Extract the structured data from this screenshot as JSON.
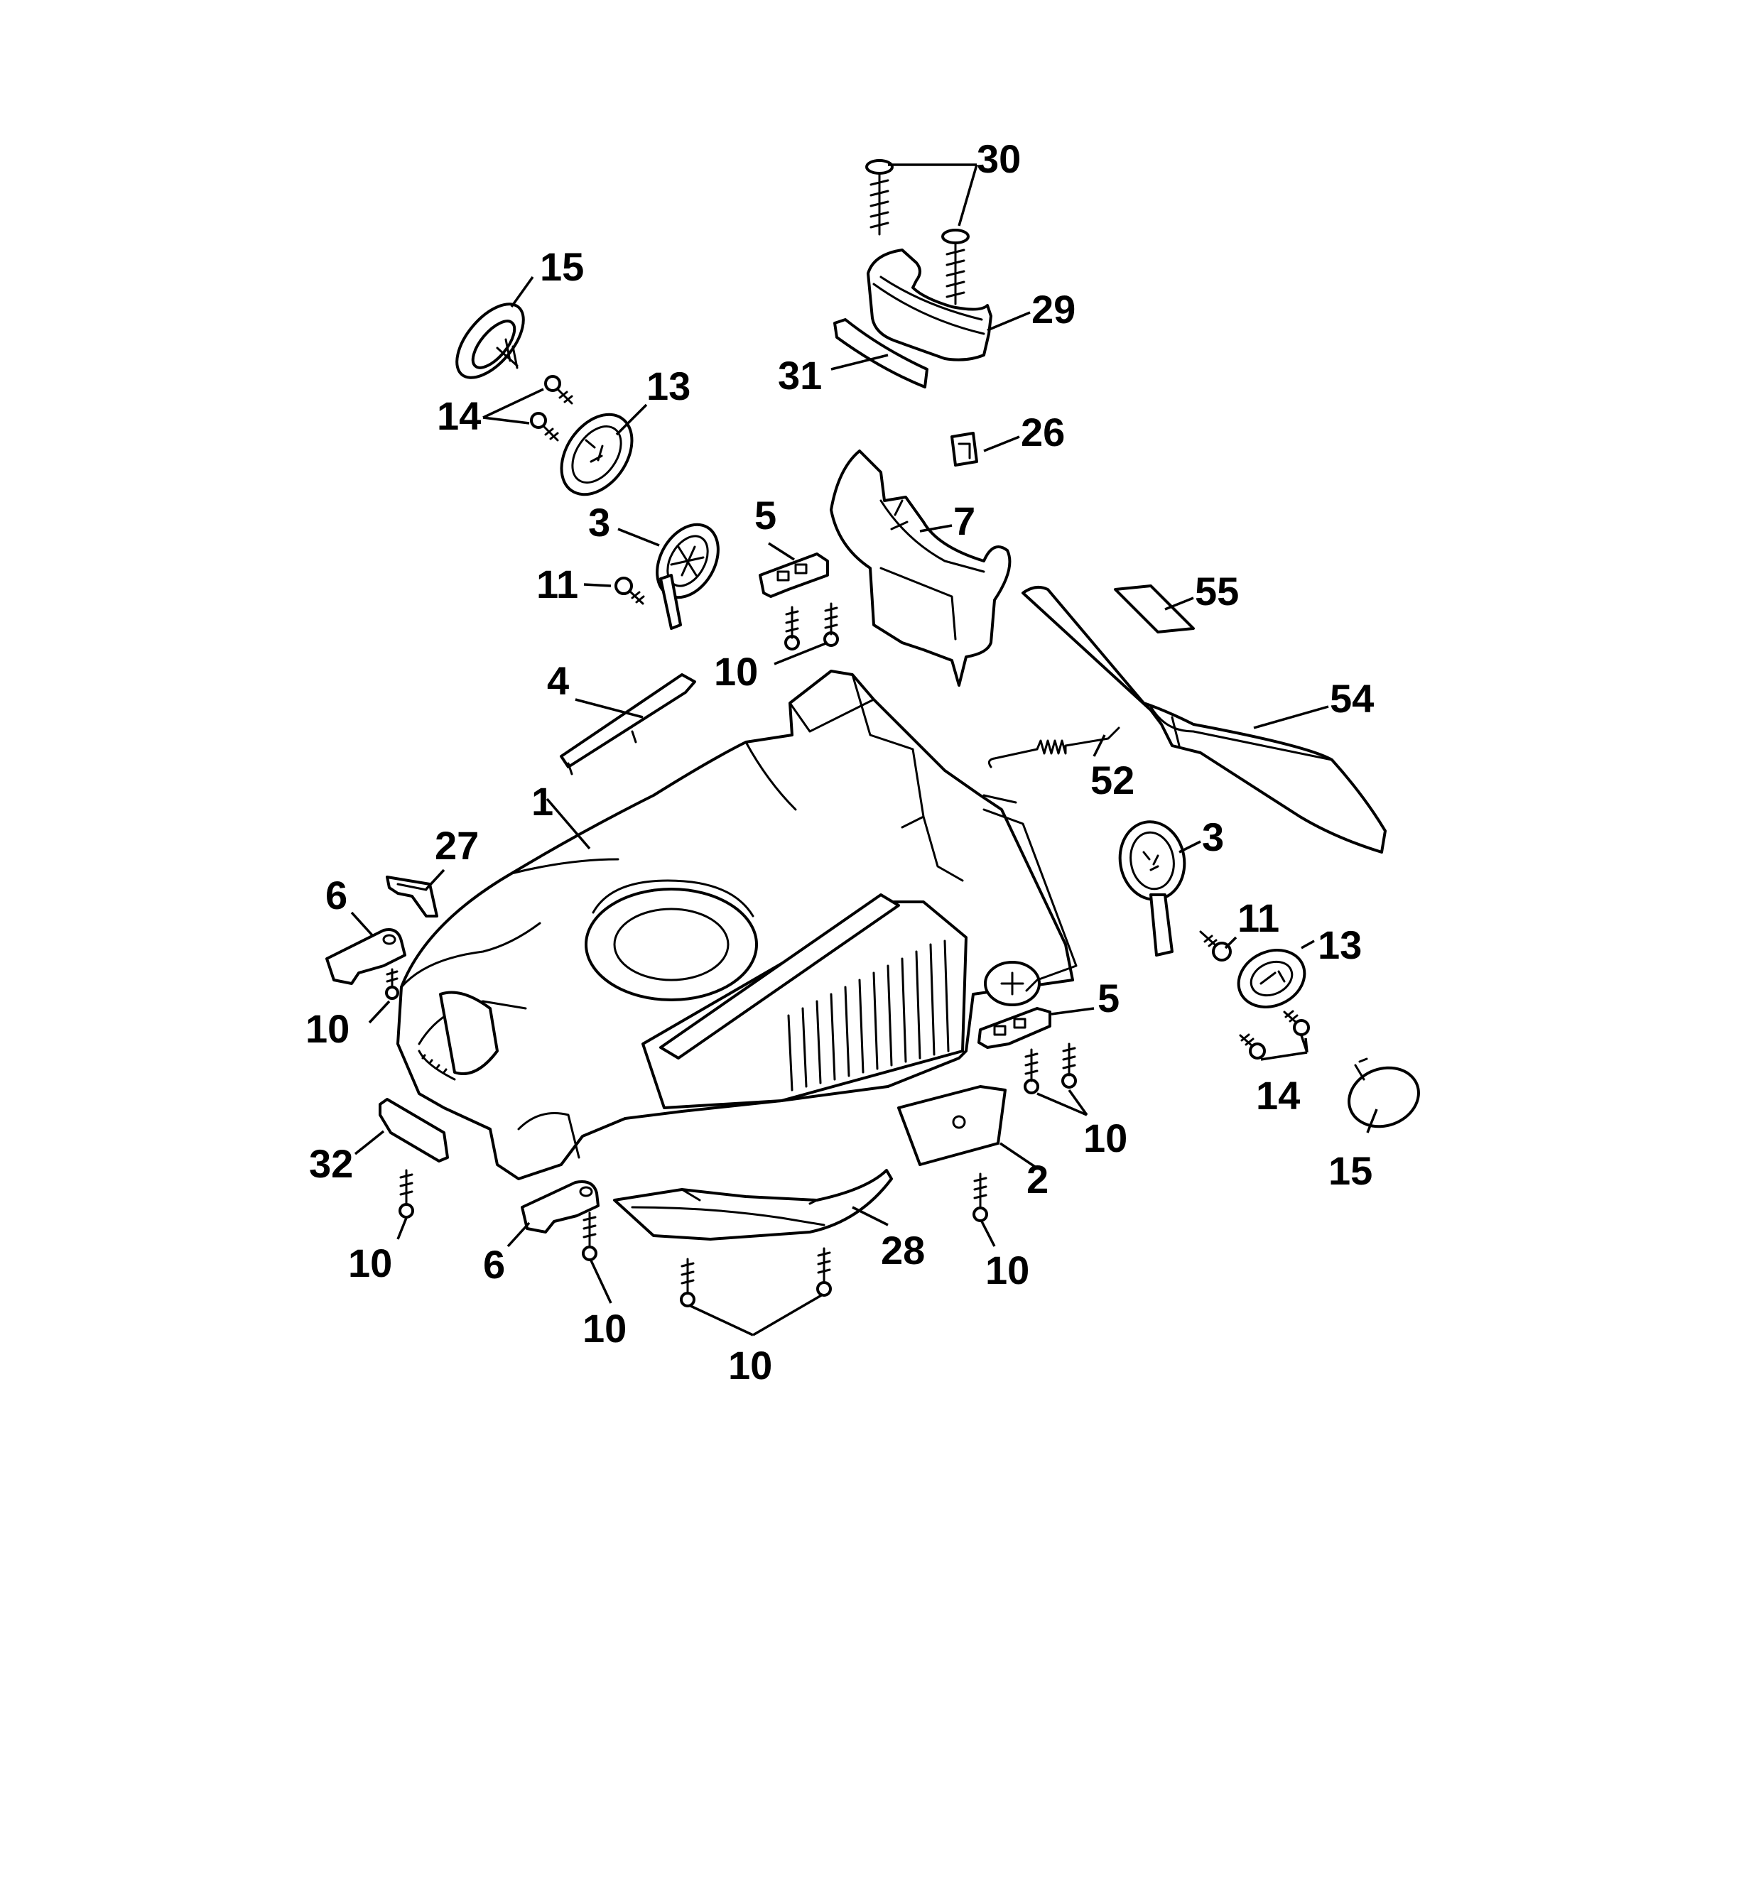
{
  "diagram": {
    "kind": "exploded parts diagram",
    "ink_color": "#000000",
    "background_color": "#ffffff",
    "callouts": [
      {
        "id": "c30",
        "text": "30"
      },
      {
        "id": "c15a",
        "text": "15"
      },
      {
        "id": "c29",
        "text": "29"
      },
      {
        "id": "c13a",
        "text": "13"
      },
      {
        "id": "c14a",
        "text": "14"
      },
      {
        "id": "c31",
        "text": "31"
      },
      {
        "id": "c26",
        "text": "26"
      },
      {
        "id": "c3a",
        "text": "3"
      },
      {
        "id": "c5a",
        "text": "5"
      },
      {
        "id": "c7",
        "text": "7"
      },
      {
        "id": "c11a",
        "text": "11"
      },
      {
        "id": "c55",
        "text": "55"
      },
      {
        "id": "c10a",
        "text": "10"
      },
      {
        "id": "c4",
        "text": "4"
      },
      {
        "id": "c54",
        "text": "54"
      },
      {
        "id": "c1",
        "text": "1"
      },
      {
        "id": "c52",
        "text": "52"
      },
      {
        "id": "c27",
        "text": "27"
      },
      {
        "id": "c3b",
        "text": "3"
      },
      {
        "id": "c6a",
        "text": "6"
      },
      {
        "id": "c11b",
        "text": "11"
      },
      {
        "id": "c13b",
        "text": "13"
      },
      {
        "id": "c5b",
        "text": "5"
      },
      {
        "id": "c10b",
        "text": "10"
      },
      {
        "id": "c14b",
        "text": "14"
      },
      {
        "id": "c10c",
        "text": "10"
      },
      {
        "id": "c32",
        "text": "32"
      },
      {
        "id": "c2",
        "text": "2"
      },
      {
        "id": "c15b",
        "text": "15"
      },
      {
        "id": "c28",
        "text": "28"
      },
      {
        "id": "c10d",
        "text": "10"
      },
      {
        "id": "c6b",
        "text": "6"
      },
      {
        "id": "c10e",
        "text": "10"
      },
      {
        "id": "c10f",
        "text": "10"
      },
      {
        "id": "c10g",
        "text": "10"
      }
    ]
  }
}
